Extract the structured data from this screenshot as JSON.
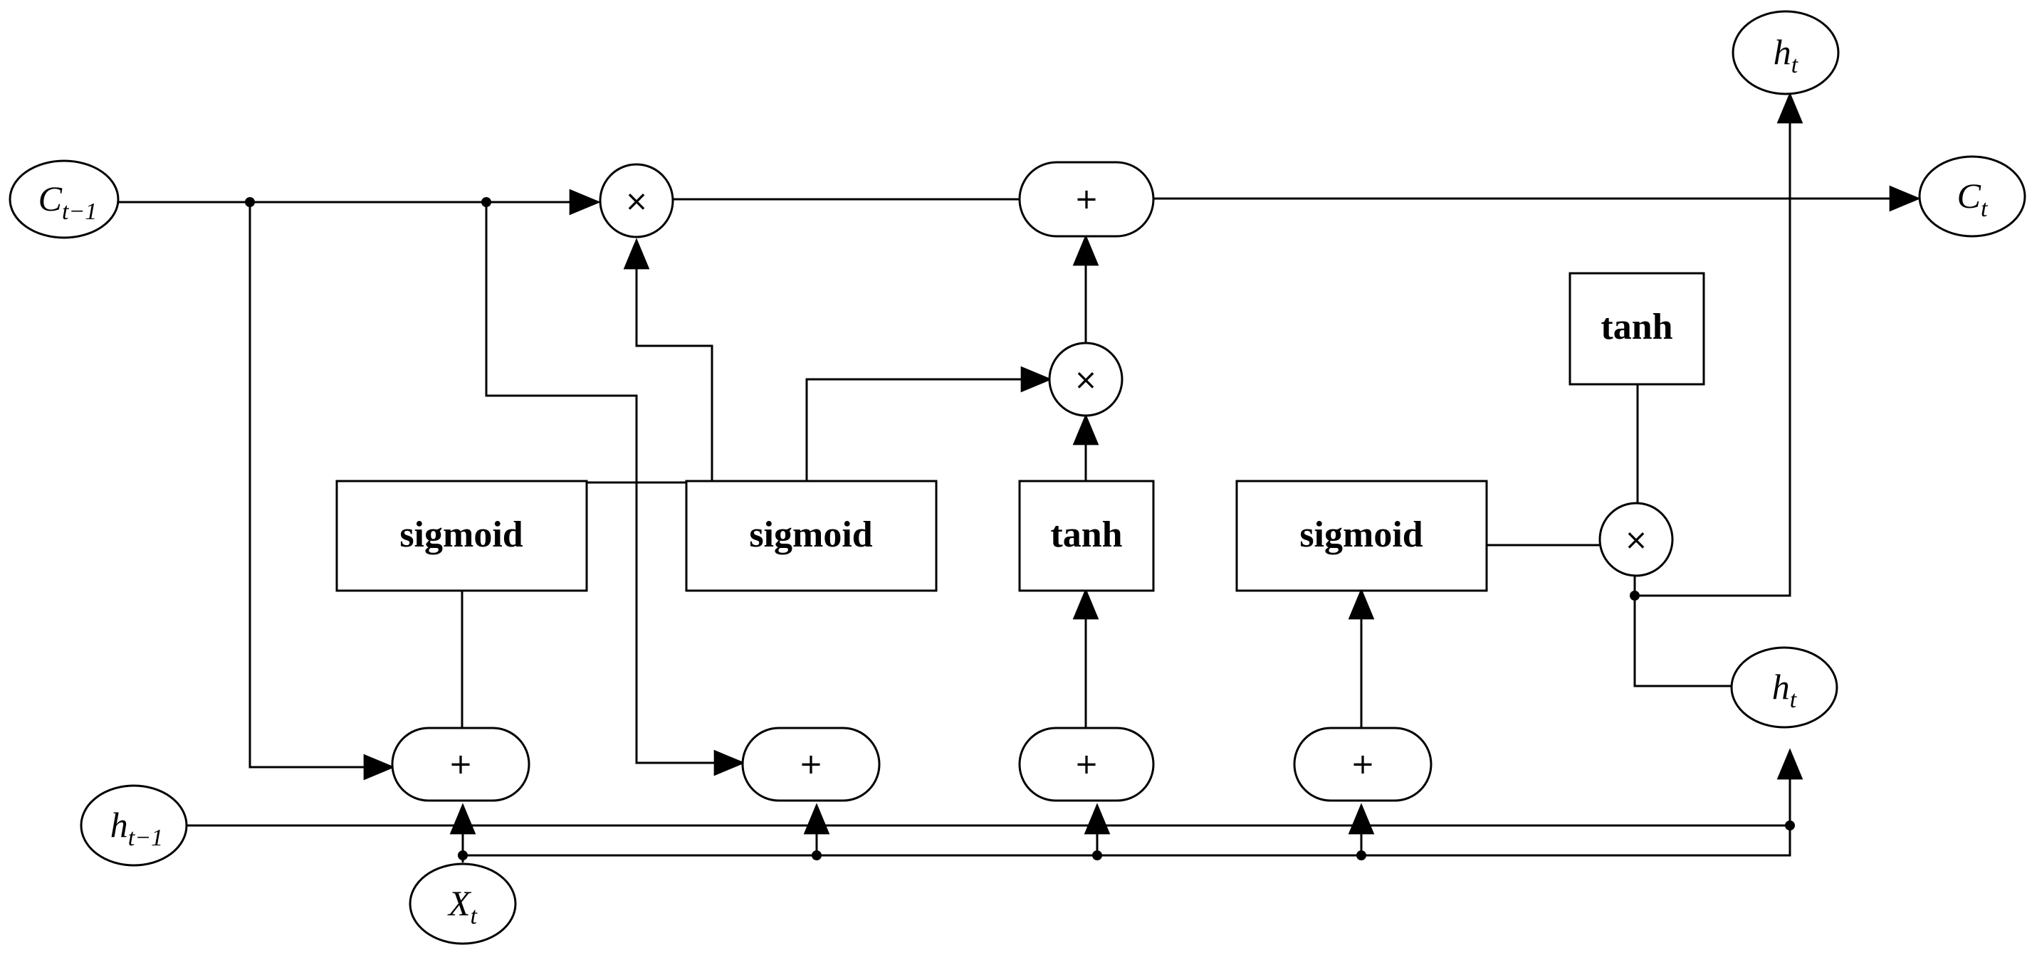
{
  "nodes": {
    "c_prev": {
      "symbol": "C",
      "subscript": "t−1"
    },
    "c_next": {
      "symbol": "C",
      "subscript": "t"
    },
    "h_prev": {
      "symbol": "h",
      "subscript": "t−1"
    },
    "h_out_top": {
      "symbol": "h",
      "subscript": "t"
    },
    "h_out_right": {
      "symbol": "h",
      "subscript": "t"
    },
    "x_in": {
      "symbol": "X",
      "subscript": "t"
    }
  },
  "blocks": {
    "forget_gate": "sigmoid",
    "input_gate": "sigmoid",
    "candidate": "tanh",
    "output_gate": "sigmoid",
    "cell_tanh": "tanh"
  },
  "operators": {
    "multiply": "×",
    "add": "+"
  }
}
